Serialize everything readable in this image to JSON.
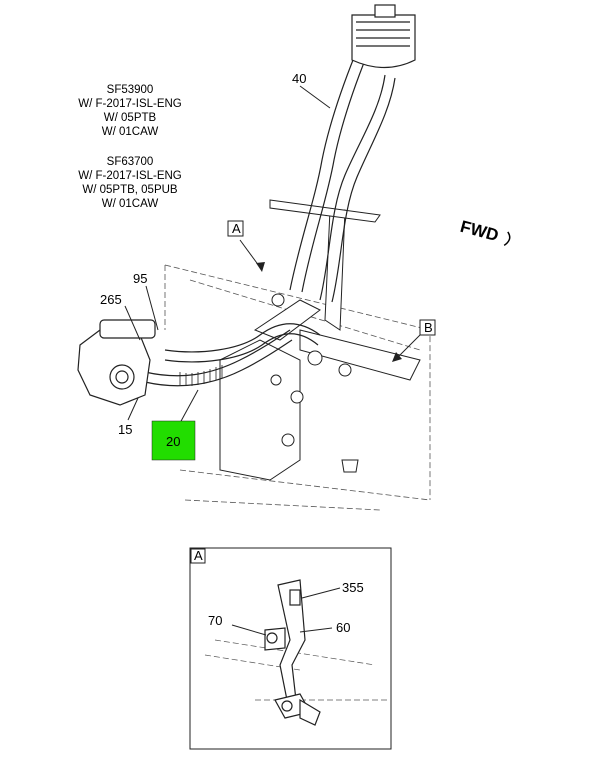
{
  "notes": [
    {
      "lines": [
        "SF53900",
        "W/ F-2017-ISL-ENG",
        "W/ 05PTB",
        "W/ 01CAW"
      ]
    },
    {
      "lines": [
        "SF63700",
        "W/ F-2017-ISL-ENG",
        "W/ 05PTB, 05PUB",
        "W/ 01CAW"
      ]
    }
  ],
  "callouts": {
    "c40": "40",
    "c95": "95",
    "c265": "265",
    "c15": "15",
    "c20": "20",
    "c355": "355",
    "c70": "70",
    "c60": "60"
  },
  "view_labels": {
    "a": "A",
    "b": "B",
    "detail_a": "A"
  },
  "direction": "FWD",
  "colors": {
    "highlight": "#22dd00"
  }
}
